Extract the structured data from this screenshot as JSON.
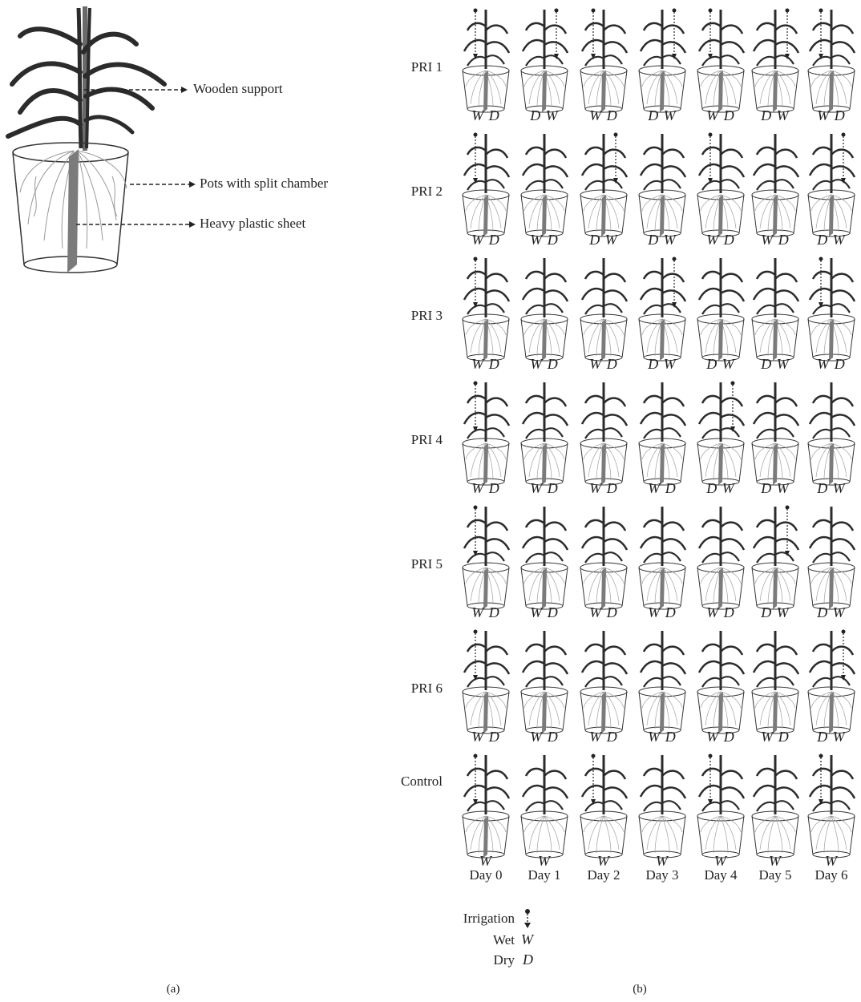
{
  "panel_a": {
    "callouts": [
      "Wooden support",
      "Pots with split chamber",
      "Heavy plastic sheet"
    ],
    "caption": "(a)"
  },
  "panel_b": {
    "rows": [
      {
        "label": "PRI 1",
        "cells": [
          {
            "wd": "W D",
            "irrigate": "left"
          },
          {
            "wd": "D W",
            "irrigate": "right"
          },
          {
            "wd": "W D",
            "irrigate": "left"
          },
          {
            "wd": "D W",
            "irrigate": "right"
          },
          {
            "wd": "W D",
            "irrigate": "left"
          },
          {
            "wd": "D W",
            "irrigate": "right"
          },
          {
            "wd": "W D",
            "irrigate": "left"
          }
        ]
      },
      {
        "label": "PRI 2",
        "cells": [
          {
            "wd": "W D",
            "irrigate": "left"
          },
          {
            "wd": "W D",
            "irrigate": "none"
          },
          {
            "wd": "D W",
            "irrigate": "right"
          },
          {
            "wd": "D W",
            "irrigate": "none"
          },
          {
            "wd": "W D",
            "irrigate": "left"
          },
          {
            "wd": "W D",
            "irrigate": "none"
          },
          {
            "wd": "D W",
            "irrigate": "right"
          }
        ]
      },
      {
        "label": "PRI 3",
        "cells": [
          {
            "wd": "W D",
            "irrigate": "left"
          },
          {
            "wd": "W D",
            "irrigate": "none"
          },
          {
            "wd": "W D",
            "irrigate": "none"
          },
          {
            "wd": "D W",
            "irrigate": "right"
          },
          {
            "wd": "D W",
            "irrigate": "none"
          },
          {
            "wd": "D W",
            "irrigate": "none"
          },
          {
            "wd": "W D",
            "irrigate": "left"
          }
        ]
      },
      {
        "label": "PRI 4",
        "cells": [
          {
            "wd": "W D",
            "irrigate": "left"
          },
          {
            "wd": "W D",
            "irrigate": "none"
          },
          {
            "wd": "W D",
            "irrigate": "none"
          },
          {
            "wd": "W D",
            "irrigate": "none"
          },
          {
            "wd": "D W",
            "irrigate": "right"
          },
          {
            "wd": "D W",
            "irrigate": "none"
          },
          {
            "wd": "D W",
            "irrigate": "none"
          }
        ]
      },
      {
        "label": "PRI 5",
        "cells": [
          {
            "wd": "W D",
            "irrigate": "left"
          },
          {
            "wd": "W D",
            "irrigate": "none"
          },
          {
            "wd": "W D",
            "irrigate": "none"
          },
          {
            "wd": "W D",
            "irrigate": "none"
          },
          {
            "wd": "W D",
            "irrigate": "none"
          },
          {
            "wd": "D W",
            "irrigate": "right"
          },
          {
            "wd": "D W",
            "irrigate": "none"
          }
        ]
      },
      {
        "label": "PRI 6",
        "cells": [
          {
            "wd": "W D",
            "irrigate": "left"
          },
          {
            "wd": "W D",
            "irrigate": "none"
          },
          {
            "wd": "W D",
            "irrigate": "none"
          },
          {
            "wd": "W D",
            "irrigate": "none"
          },
          {
            "wd": "W D",
            "irrigate": "none"
          },
          {
            "wd": "W D",
            "irrigate": "none"
          },
          {
            "wd": "D W",
            "irrigate": "right"
          }
        ]
      },
      {
        "label": "Control",
        "control": true,
        "cells": [
          {
            "wd": "W",
            "irrigate": "left"
          },
          {
            "wd": "W",
            "irrigate": "none"
          },
          {
            "wd": "W",
            "irrigate": "left"
          },
          {
            "wd": "W",
            "irrigate": "none"
          },
          {
            "wd": "W",
            "irrigate": "left"
          },
          {
            "wd": "W",
            "irrigate": "none"
          },
          {
            "wd": "W",
            "irrigate": "left"
          }
        ]
      }
    ],
    "days": [
      "Day 0",
      "Day 1",
      "Day 2",
      "Day 3",
      "Day 4",
      "Day 5",
      "Day 6"
    ],
    "legend": {
      "irrigation": "Irrigation",
      "wet": "Wet",
      "wet_symbol": "W",
      "dry": "Dry",
      "dry_symbol": "D"
    },
    "caption": "(b)"
  }
}
